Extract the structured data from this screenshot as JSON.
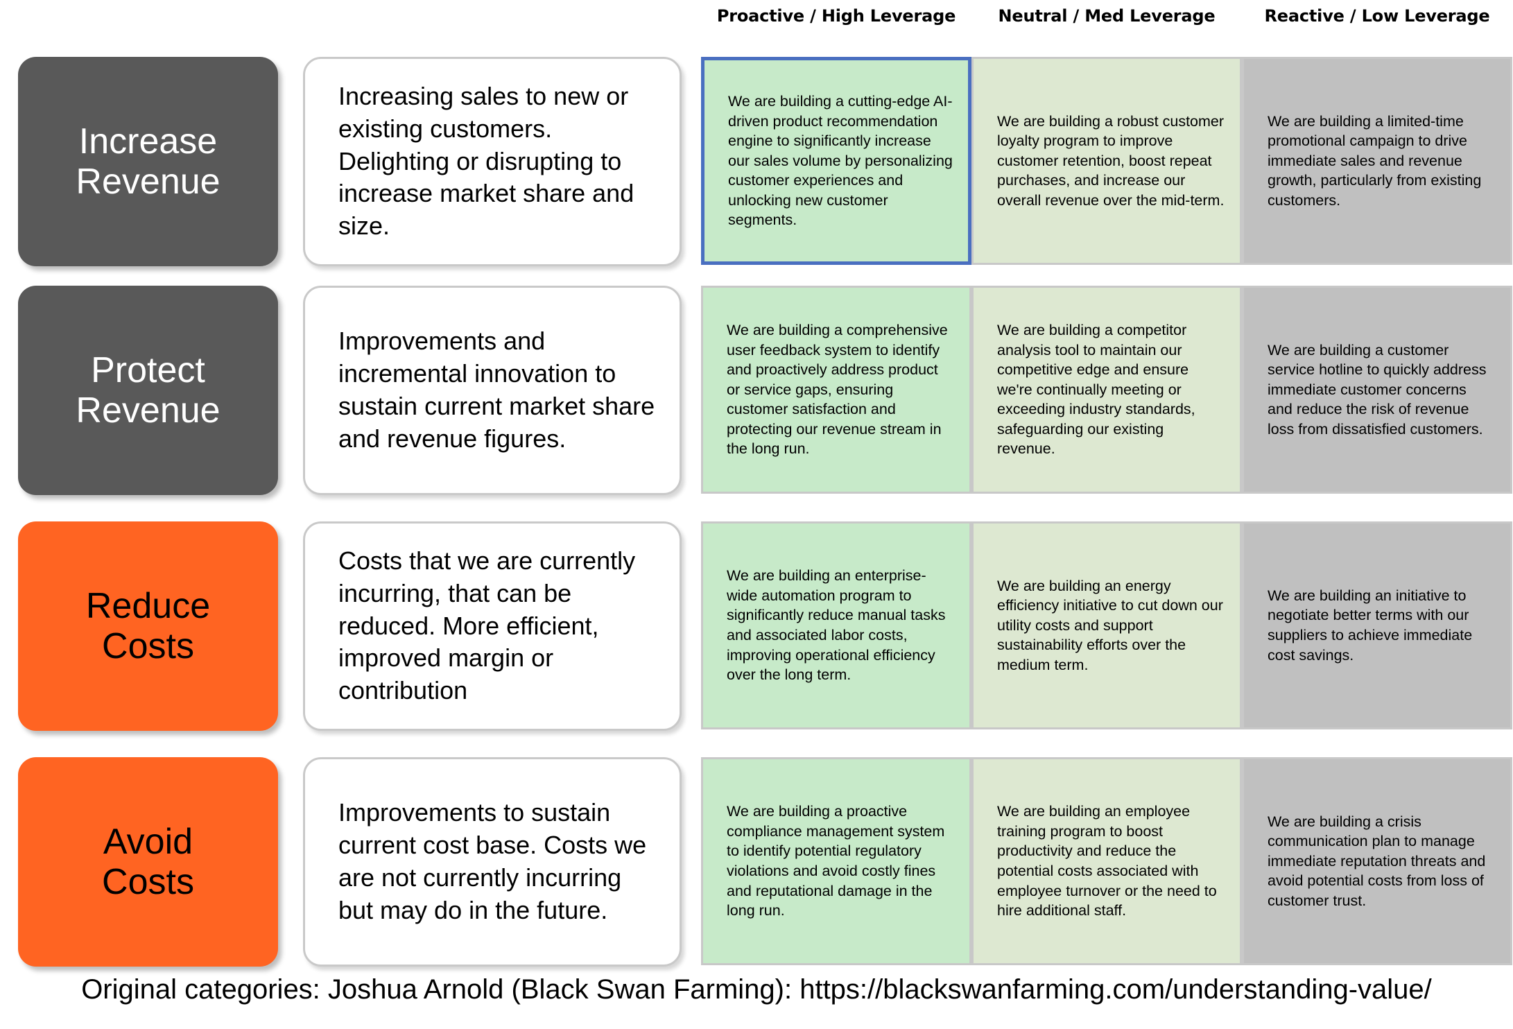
{
  "columns": [
    {
      "id": "proactive-high",
      "label": "Proactive / High\nLeverage",
      "level": "high",
      "color": "#c7eac9"
    },
    {
      "id": "neutral-med",
      "label": "Neutral / Med\nLeverage",
      "level": "med",
      "color": "#dde8d1"
    },
    {
      "id": "reactive-low",
      "label": "Reactive / Low\nLeverage",
      "level": "low",
      "color": "#c0c0c0"
    }
  ],
  "rows": [
    {
      "id": "increase-revenue",
      "category": "Increase\nRevenue",
      "category_style": "dark",
      "category_color": "#595959",
      "description": "Increasing sales to new or existing customers. Delighting or disrupting to increase market share and size.",
      "cells": [
        {
          "text": "We are building a cutting-edge AI-driven product recommendation engine to significantly increase our sales volume by personalizing customer experiences and unlocking new customer segments.",
          "selected": true
        },
        {
          "text": "We are building a robust customer loyalty program to improve customer retention, boost repeat purchases, and increase our overall revenue over the mid-term.",
          "selected": false
        },
        {
          "text": "We are building a limited-time promotional campaign to drive immediate sales and revenue growth, particularly from existing customers.",
          "selected": false
        }
      ]
    },
    {
      "id": "protect-revenue",
      "category": "Protect\nRevenue",
      "category_style": "dark",
      "category_color": "#595959",
      "description": "Improvements and incremental innovation to sustain current market share and revenue figures.",
      "cells": [
        {
          "text": "We are building a comprehensive user feedback system to identify and proactively address product or service gaps, ensuring customer satisfaction and protecting our revenue stream in the long run.",
          "selected": false
        },
        {
          "text": "We are building a competitor analysis tool to maintain our competitive edge and ensure we're continually meeting or exceeding industry standards, safeguarding our existing revenue.",
          "selected": false
        },
        {
          "text": "We are building a customer service hotline to quickly address immediate customer concerns and reduce the risk of revenue loss from dissatisfied customers.",
          "selected": false
        }
      ]
    },
    {
      "id": "reduce-costs",
      "category": "Reduce\nCosts",
      "category_style": "orange",
      "category_color": "#ff6422",
      "description": "Costs that we are currently incurring, that can be reduced. More efficient, improved margin or contribution",
      "cells": [
        {
          "text": "We are building an enterprise-wide automation program to significantly reduce manual tasks and associated labor costs, improving operational efficiency over the long term.",
          "selected": false
        },
        {
          "text": "We are building an energy efficiency initiative to cut down our utility costs and support sustainability efforts over the medium term.",
          "selected": false
        },
        {
          "text": "We are building an initiative to negotiate better terms with our suppliers to achieve immediate cost savings.",
          "selected": false
        }
      ]
    },
    {
      "id": "avoid-costs",
      "category": "Avoid\nCosts",
      "category_style": "orange",
      "category_color": "#ff6422",
      "description": "Improvements to sustain current cost base. Costs we are not currently incurring but may do in the future.",
      "cells": [
        {
          "text": "We are building a proactive compliance management system to identify potential regulatory violations and avoid costly fines and reputational damage in the long run.",
          "selected": false
        },
        {
          "text": "We are building an employee training program to boost productivity and reduce the potential costs associated with employee turnover or the need to hire additional staff.",
          "selected": false
        },
        {
          "text": "We are building a crisis communication plan to manage immediate reputation threats and avoid potential costs from loss of customer trust.",
          "selected": false
        }
      ]
    }
  ],
  "footer": {
    "attribution": "Original categories: Joshua Arnold (Black Swan Farming): https://blackswanfarming.com/understanding-value/"
  },
  "theme": {
    "selected_border": "#4a6fc0",
    "card_border": "#c9c9c9",
    "page_background": "#ffffff"
  }
}
